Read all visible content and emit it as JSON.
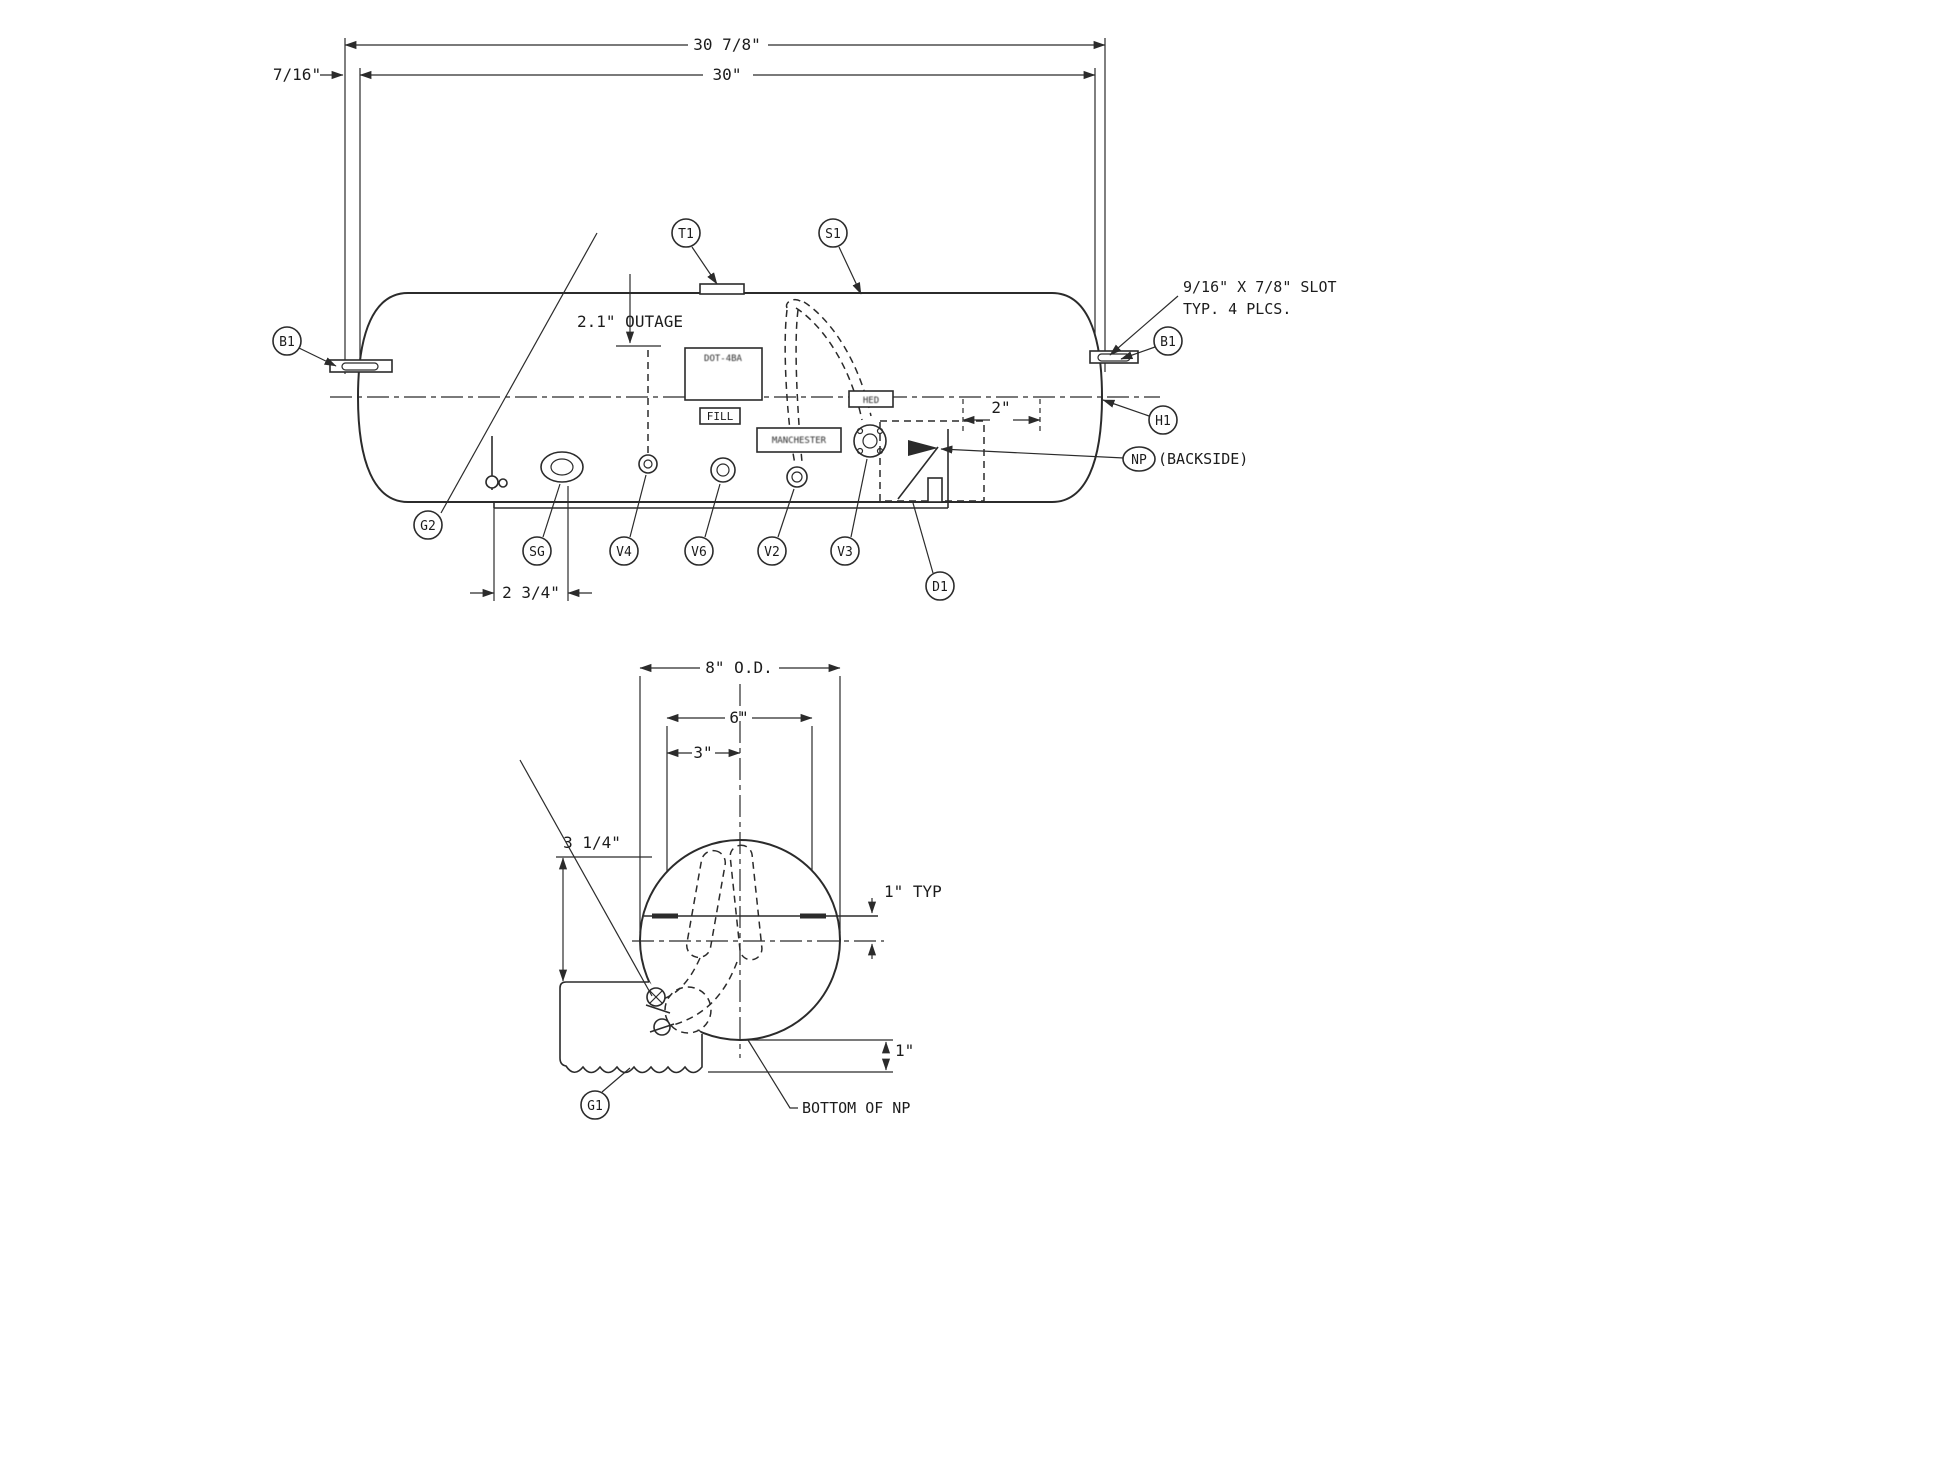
{
  "page": {
    "bg": "#ffffff",
    "ink": "#2b2b2b"
  },
  "side_view": {
    "dim_overall": "30 7/8\"",
    "dim_shell": "30\"",
    "dim_head": "7/16\"",
    "outage_note": "2.1\" OUTAGE",
    "slot_note_line1": "9/16\" X 7/8\" SLOT",
    "slot_note_line2": "TYP. 4 PLCS.",
    "np_tag": "NP",
    "np_note": "(BACKSIDE)",
    "dim_np_offset": "2\"",
    "dim_sg_offset": "2 3/4\"",
    "fill_label": "FILL",
    "nameplate_text": "DOT-4BA",
    "valve_plate_text": "MANCHESTER",
    "tag_text": "HED",
    "callouts": {
      "b1_left": "B1",
      "t1": "T1",
      "s1": "S1",
      "b1_right": "B1",
      "h1": "H1",
      "g2": "G2",
      "sg": "SG",
      "v4": "V4",
      "v6": "V6",
      "v2": "V2",
      "v3": "V3",
      "d1": "D1"
    }
  },
  "end_view": {
    "dim_od": "8\" O.D.",
    "dim_bolt_span": "6\"",
    "dim_half_span": "3\"",
    "dim_base_height": "3 1/4\"",
    "dim_slot_typ": "1\" TYP",
    "dim_base_clear": "1\"",
    "bottom_np_note": "BOTTOM OF NP",
    "callouts": {
      "g1": "G1"
    }
  }
}
